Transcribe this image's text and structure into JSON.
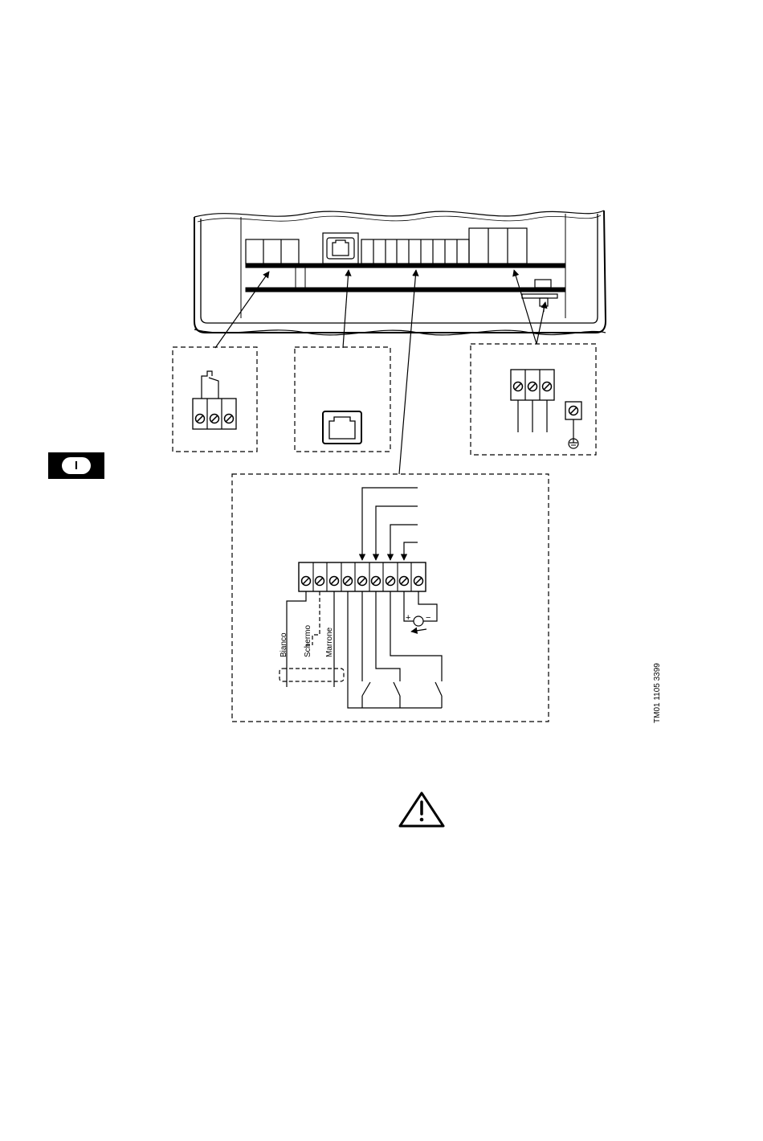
{
  "language_tab": {
    "label": "I"
  },
  "wire_labels": {
    "white": "Bianco",
    "shield": "Schermo",
    "brown": "Marrone"
  },
  "polarity": {
    "plus": "+",
    "minus": "−"
  },
  "drawing_ref": "TM01 1105 3399"
}
